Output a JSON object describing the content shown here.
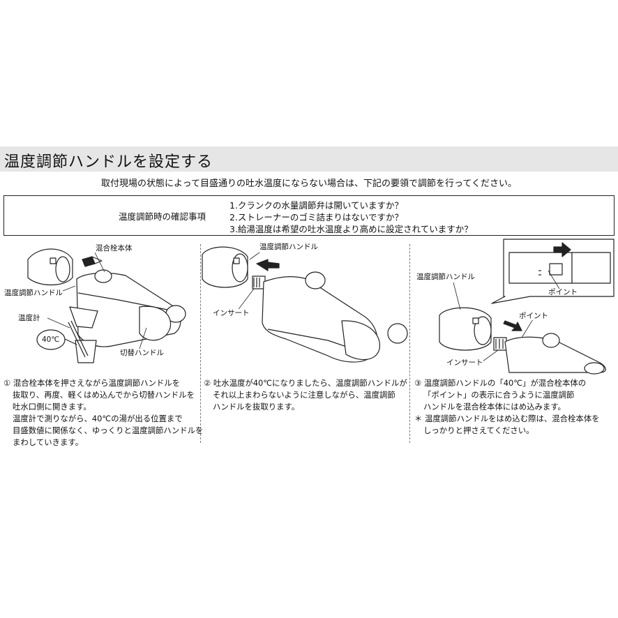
{
  "header": {
    "title": "温度調節ハンドルを設定する",
    "intro": "取付現場の状態によって目盛通りの吐水温度にならない場合は、下記の要領で調節を行ってください。"
  },
  "checklist": {
    "label": "温度調節時の確認事項",
    "items": [
      "1.クランクの水量調節弁は開いていますか？",
      "2.ストレーナーのゴミ詰まりはないですか？",
      "3.給湯温度は希望の吐水温度より高めに設定されていますか？"
    ]
  },
  "figure1": {
    "label_body": "混合栓本体",
    "label_handle": "温度調節ハンドル",
    "label_thermometer": "温度計",
    "label_temp": "40℃",
    "label_switch": "切替ハンドル"
  },
  "figure2": {
    "label_handle": "温度調節ハンドル",
    "label_insert": "インサート"
  },
  "figure3": {
    "label_handle": "温度調節ハンドル",
    "label_point_top": "ポイント",
    "label_point": "ポイント",
    "label_insert": "インサート"
  },
  "steps": {
    "step1": [
      "① 混合栓本体を押さえながら温度調節ハンドルを",
      "抜取り、再度、軽くはめ込んでから切替ハンドルを",
      "吐水口側に開きます。",
      "温度計で測りながら、40℃の湯が出る位置まで",
      "目盛数値に関係なく、ゆっくりと温度調節ハンドルを",
      "まわしていきます。"
    ],
    "step2": [
      "② 吐水温度が40℃になりましたら、温度調節ハンドルが",
      "それ以上まわらないように注意しながら、温度調節",
      "ハンドルを抜取ります。"
    ],
    "step3": [
      "③ 温度調節ハンドルの「40℃」が混合栓本体の",
      "「ポイント」の表示に合うように温度調節",
      "ハンドルを混合栓本体にはめ込みます。",
      "＊ 温度調節ハンドルをはめ込む際は、混合栓本体を",
      "しっかりと押さえてください。"
    ]
  }
}
